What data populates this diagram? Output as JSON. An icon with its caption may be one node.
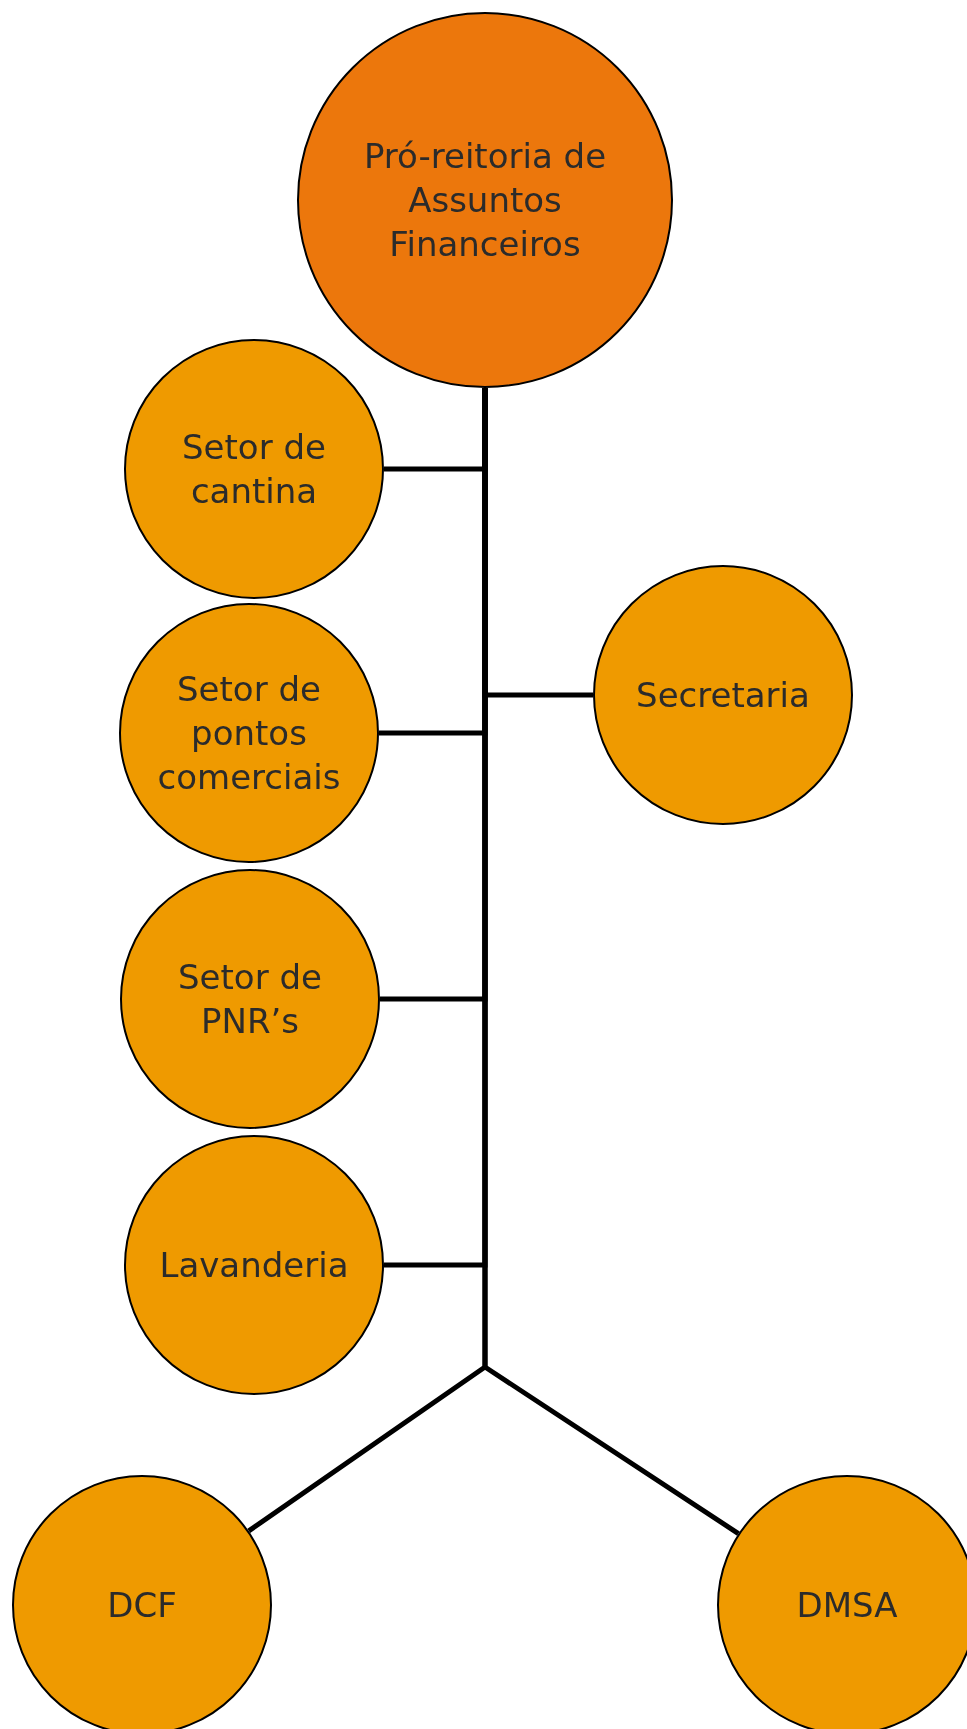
{
  "diagram": {
    "nodes": [
      {
        "text": [
          "Pró-reitoria de Assuntos Financeiros"
        ]
      },
      {
        "text": [
          "Setor de cantina"
        ]
      },
      {
        "text": [
          "Secretaria"
        ]
      },
      {
        "text": [
          "Setor de pontos comerciais"
        ]
      },
      {
        "text": [
          "Setor de PNR’s"
        ]
      },
      {
        "text": [
          "Lavanderia"
        ]
      },
      {
        "text": [
          "DCF"
        ]
      },
      {
        "text": [
          "DMSA"
        ]
      }
    ],
    "edges": [
      {
        "from": 0,
        "to": 1,
        "arrow": "none"
      },
      {
        "from": 0,
        "to": 2,
        "arrow": "none"
      },
      {
        "from": 0,
        "to": 3,
        "arrow": "none"
      },
      {
        "from": 0,
        "to": 4,
        "arrow": "none"
      },
      {
        "from": 0,
        "to": 5,
        "arrow": "none"
      },
      {
        "from": 0,
        "to": 6,
        "arrow": "none"
      },
      {
        "from": 0,
        "to": 7,
        "arrow": "none"
      }
    ]
  }
}
